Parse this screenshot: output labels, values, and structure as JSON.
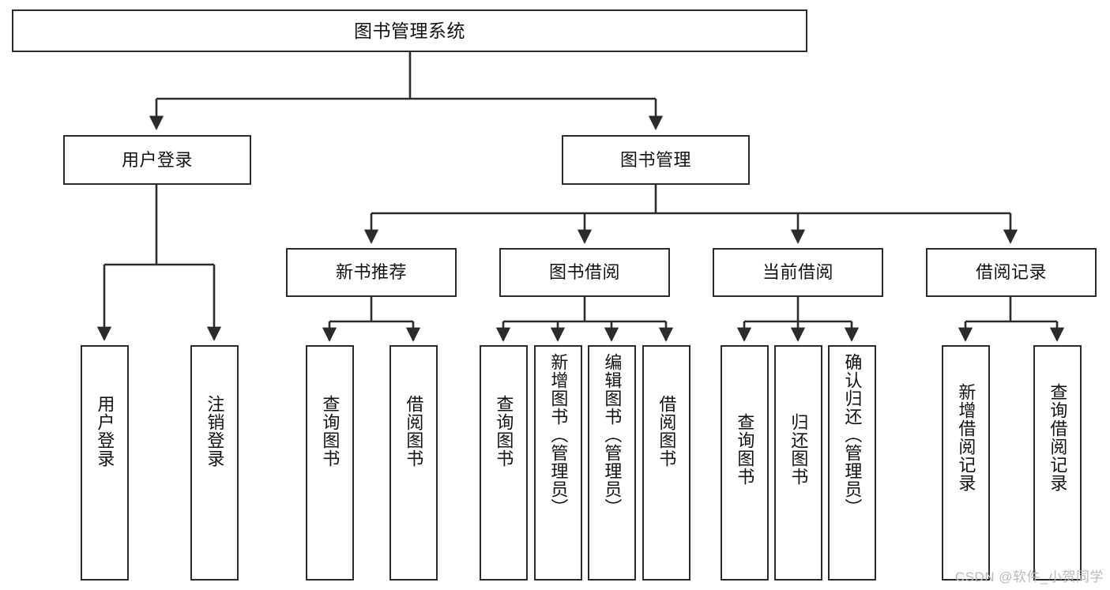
{
  "diagram": {
    "title": "图书管理系统",
    "watermark": "CSDN @软件_小贺同学",
    "root": {
      "label": "图书管理系统"
    },
    "level2": {
      "user_login": {
        "label": "用户登录"
      },
      "book_manage": {
        "label": "图书管理"
      }
    },
    "level3": {
      "new_book_recommend": {
        "label": "新书推荐"
      },
      "book_borrow": {
        "label": "图书借阅"
      },
      "current_borrow": {
        "label": "当前借阅"
      },
      "borrow_record": {
        "label": "借阅记录"
      }
    },
    "leaves": {
      "user_login_children": [
        {
          "label": "用户登录"
        },
        {
          "label": "注销登录"
        }
      ],
      "new_book_recommend_children": [
        {
          "label": "查询图书"
        },
        {
          "label": "借阅图书"
        }
      ],
      "book_borrow_children": [
        {
          "label": "查询图书"
        },
        {
          "label": "新增图书（管理员）"
        },
        {
          "label": "编辑图书（管理员）"
        },
        {
          "label": "借阅图书"
        }
      ],
      "current_borrow_children": [
        {
          "label": "查询图书"
        },
        {
          "label": "归还图书"
        },
        {
          "label": "确认归还（管理员）"
        }
      ],
      "borrow_record_children": [
        {
          "label": "新增借阅记录"
        },
        {
          "label": "查询借阅记录"
        }
      ]
    },
    "colors": {
      "stroke": "#2b2b2b",
      "fill": "#ffffff",
      "text": "#111111",
      "watermark": "#b9b9b9"
    }
  }
}
